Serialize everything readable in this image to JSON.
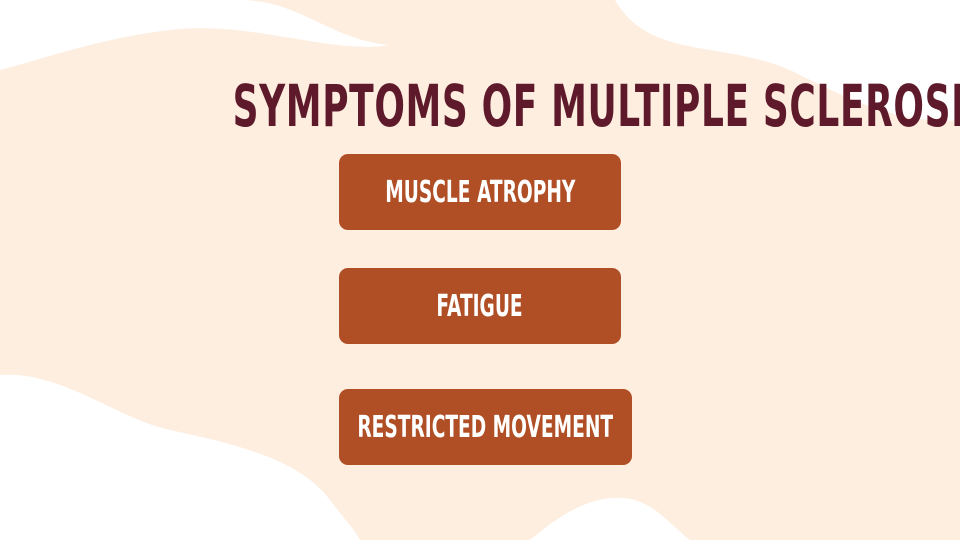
{
  "slide": {
    "title": "SYMPTOMS OF MULTIPLE SCLEROSIS",
    "symptoms": [
      {
        "label": "MUSCLE ATROPHY"
      },
      {
        "label": "FATIGUE"
      },
      {
        "label": "RESTRICTED MOVEMENT"
      }
    ]
  },
  "colors": {
    "background": "#fdeee0",
    "title": "#5e1a2b",
    "box": "#b04f26",
    "box_text": "#ffffff",
    "blob": "#ffffff"
  }
}
